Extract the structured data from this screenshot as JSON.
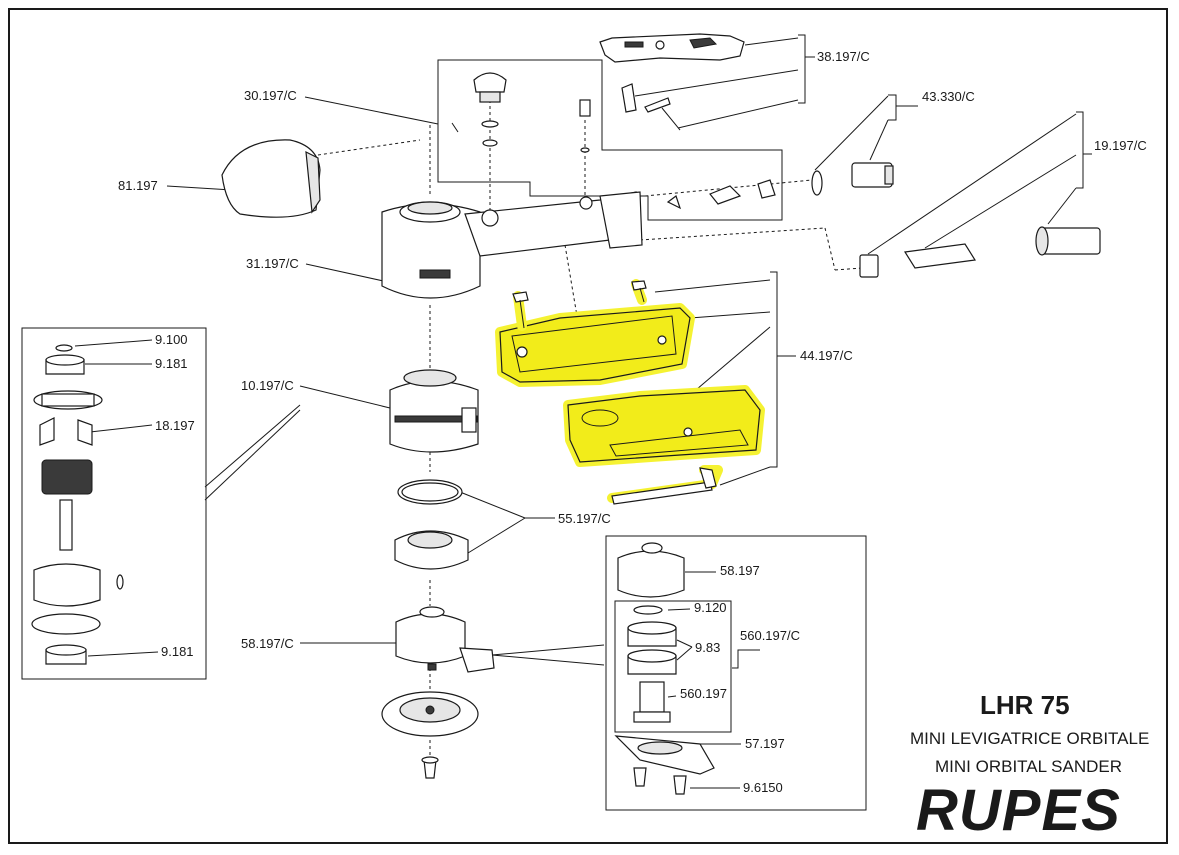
{
  "labels": {
    "l_38197": "38.197/C",
    "l_30197": "30.197/C",
    "l_43330": "43.330/C",
    "l_19197": "19.197/C",
    "l_81197": "81.197",
    "l_31197": "31.197/C",
    "l_44197": "44.197/C",
    "l_9100": "9.100",
    "l_9181a": "9.181",
    "l_10197": "10.197/C",
    "l_18197": "18.197",
    "l_55197": "55.197/C",
    "l_58197b": "58.197",
    "l_9120": "9.120",
    "l_560197c": "560.197/C",
    "l_983": "9.83",
    "l_58197c": "58.197/C",
    "l_560197": "560.197",
    "l_9181b": "9.181",
    "l_57197": "57.197",
    "l_96150": "9.6150"
  },
  "title": {
    "model": "LHR 75",
    "line_it": "MINI LEVIGATRICE ORBITALE",
    "line_en": "MINI ORBITAL SANDER",
    "brand": "RUPES"
  },
  "colors": {
    "highlight": "#f2ec1a",
    "ink": "#1a1a1a"
  }
}
